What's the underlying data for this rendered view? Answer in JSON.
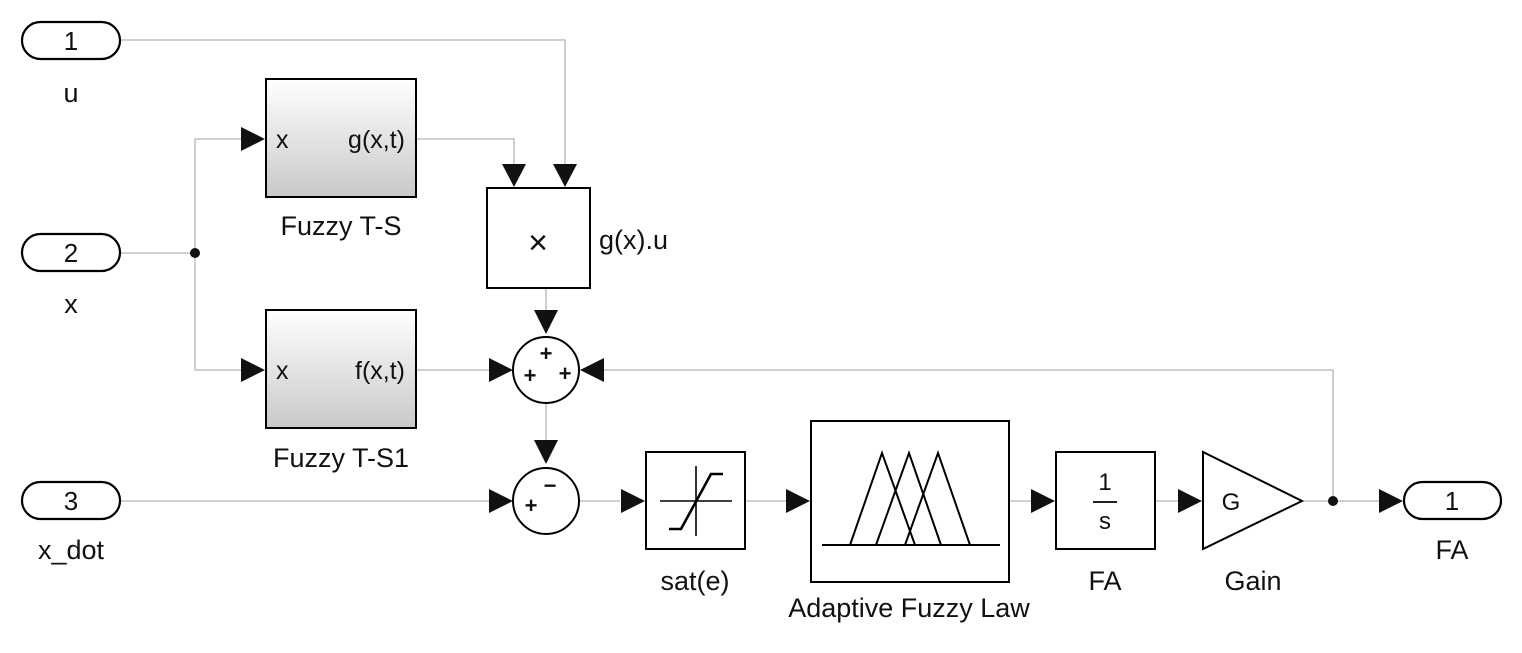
{
  "inports": [
    {
      "number": "1",
      "label": "u"
    },
    {
      "number": "2",
      "label": "x"
    },
    {
      "number": "3",
      "label": "x_dot"
    }
  ],
  "outport": {
    "number": "1",
    "label": "FA"
  },
  "fuzzy_g": {
    "input": "x",
    "output": "g(x,t)",
    "label": "Fuzzy T-S"
  },
  "fuzzy_f": {
    "input": "x",
    "output": "f(x,t)",
    "label": "Fuzzy T-S1"
  },
  "product": {
    "symbol": "×",
    "label": "g(x).u"
  },
  "sum1": {
    "signs": [
      "+",
      "+",
      "+"
    ]
  },
  "sum2": {
    "signs": [
      "+",
      "−"
    ]
  },
  "saturation": {
    "label": "sat(e)"
  },
  "fuzzy_law": {
    "label": "Adaptive Fuzzy Law"
  },
  "integrator": {
    "numerator": "1",
    "denominator": "s",
    "label": "FA"
  },
  "gain": {
    "symbol": "G",
    "label": "Gain"
  }
}
